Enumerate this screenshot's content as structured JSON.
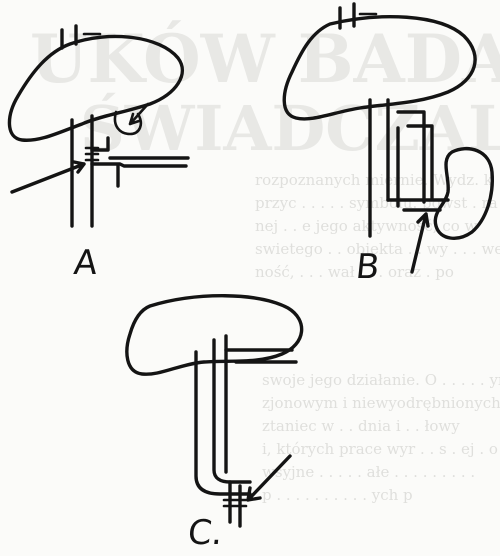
{
  "figure": {
    "panels": [
      {
        "id": "A",
        "label": "A"
      },
      {
        "id": "B",
        "label": "B"
      },
      {
        "id": "C",
        "label": "C."
      }
    ]
  },
  "bleed_through": {
    "title_lines": [
      "UKÓW BADAN",
      "ŚWIADCZALNY"
    ],
    "text_lines": [
      "rozpoznanych miernie. Wydz. k",
      "przyc . . . . . symbolu. powst . ra",
      "nej . . e jego aktywność, co w",
      "swietego . . obiekta . . wy . . . we",
      "ność, . . . wał . . . oraz . po",
      "swoje jego działanie. O . . . . . ym",
      "zjonowym i niewyodrębnionych . e",
      "ztaniec w . . dnia i . . łowy",
      "i, których prace wyr . . s . ej . o",
      "wsyjne . . . . . ałe . . . . . . . . .",
      "p . . . . . . . . . . ych p"
    ]
  },
  "colors": {
    "ink": "#141414",
    "paper": "#fbfbf9",
    "bleed": "#d9d9d6"
  }
}
